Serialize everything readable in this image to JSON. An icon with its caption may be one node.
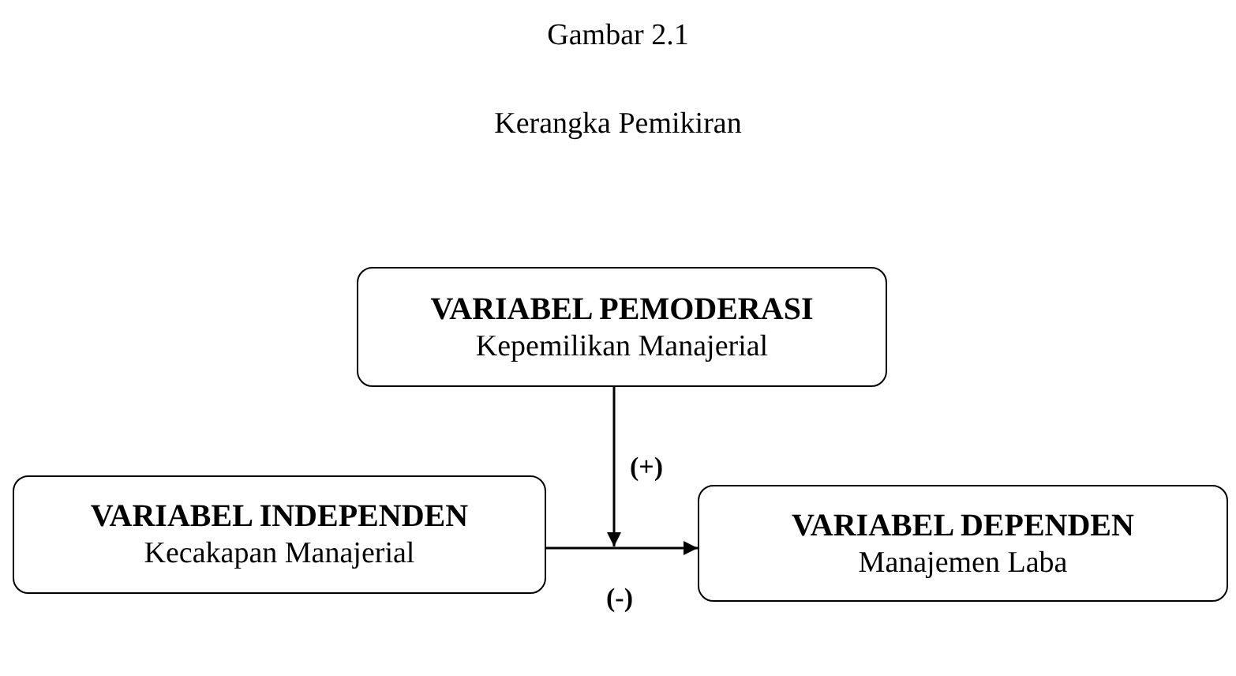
{
  "diagram": {
    "title": "Gambar 2.1",
    "nodes": [
      {
        "text": [
          "VARIABEL PEMODERASI",
          "Kepemilikan Manajerial"
        ]
      },
      {
        "text": [
          "VARIABEL INDEPENDEN",
          "Kecakapan Manajerial"
        ]
      },
      {
        "text": [
          "VARIABEL DEPENDEN",
          "Manajemen Laba"
        ]
      }
    ],
    "edges": [
      {
        "from": 1,
        "to": 2,
        "arrow": "to",
        "label": "(-)"
      },
      {
        "from": 0,
        "to": null,
        "arrow": "to",
        "label": "(+)"
      }
    ],
    "labels": [
      "Kerangka Pemikiran"
    ]
  }
}
